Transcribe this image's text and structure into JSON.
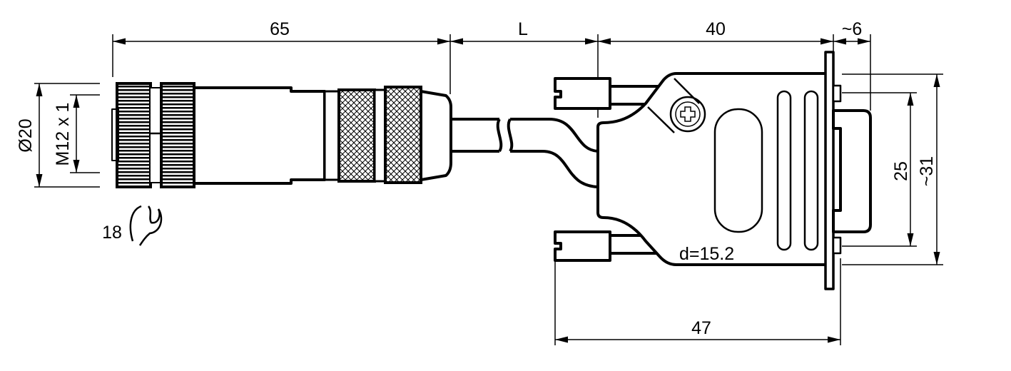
{
  "drawing": {
    "title": "M12 connector to D-Sub connector cable dimension drawing",
    "dimensions": {
      "length_plug": "65",
      "cable_length": "L",
      "length_dsub": "40",
      "flange_offset": "~6",
      "diameter": "Ø20",
      "thread": "M12 x 1",
      "wrench_size": "18",
      "height_inner": "25",
      "height_outer": "~31",
      "cable_diameter": "d=15.2",
      "width_dsub": "47"
    },
    "colors": {
      "line": "#000000",
      "background": "#ffffff"
    }
  }
}
